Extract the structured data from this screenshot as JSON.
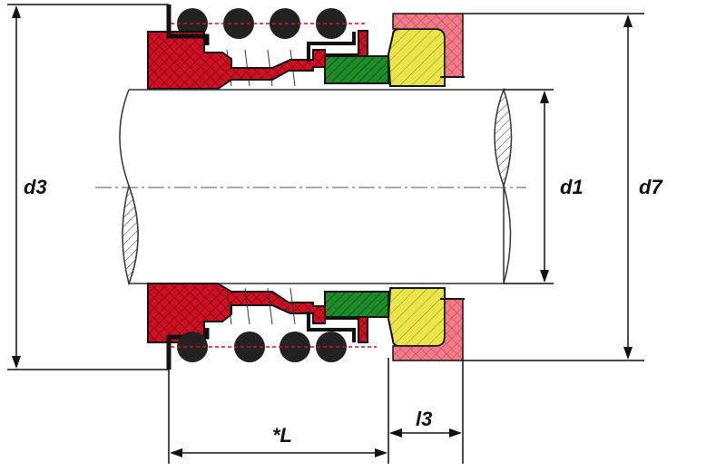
{
  "labels": {
    "d3": "d3",
    "d1": "d1",
    "d7": "d7",
    "L": "*L",
    "l3": "l3"
  },
  "colors": {
    "rubber": "#cc1122",
    "ring_green": "#1e8a2a",
    "seat_yellow": "#e8e44a",
    "seat_pink": "#f07c8a",
    "spring": "#222222",
    "shaft_outline": "#333333",
    "line": "#111111",
    "centerline": "#555555"
  }
}
